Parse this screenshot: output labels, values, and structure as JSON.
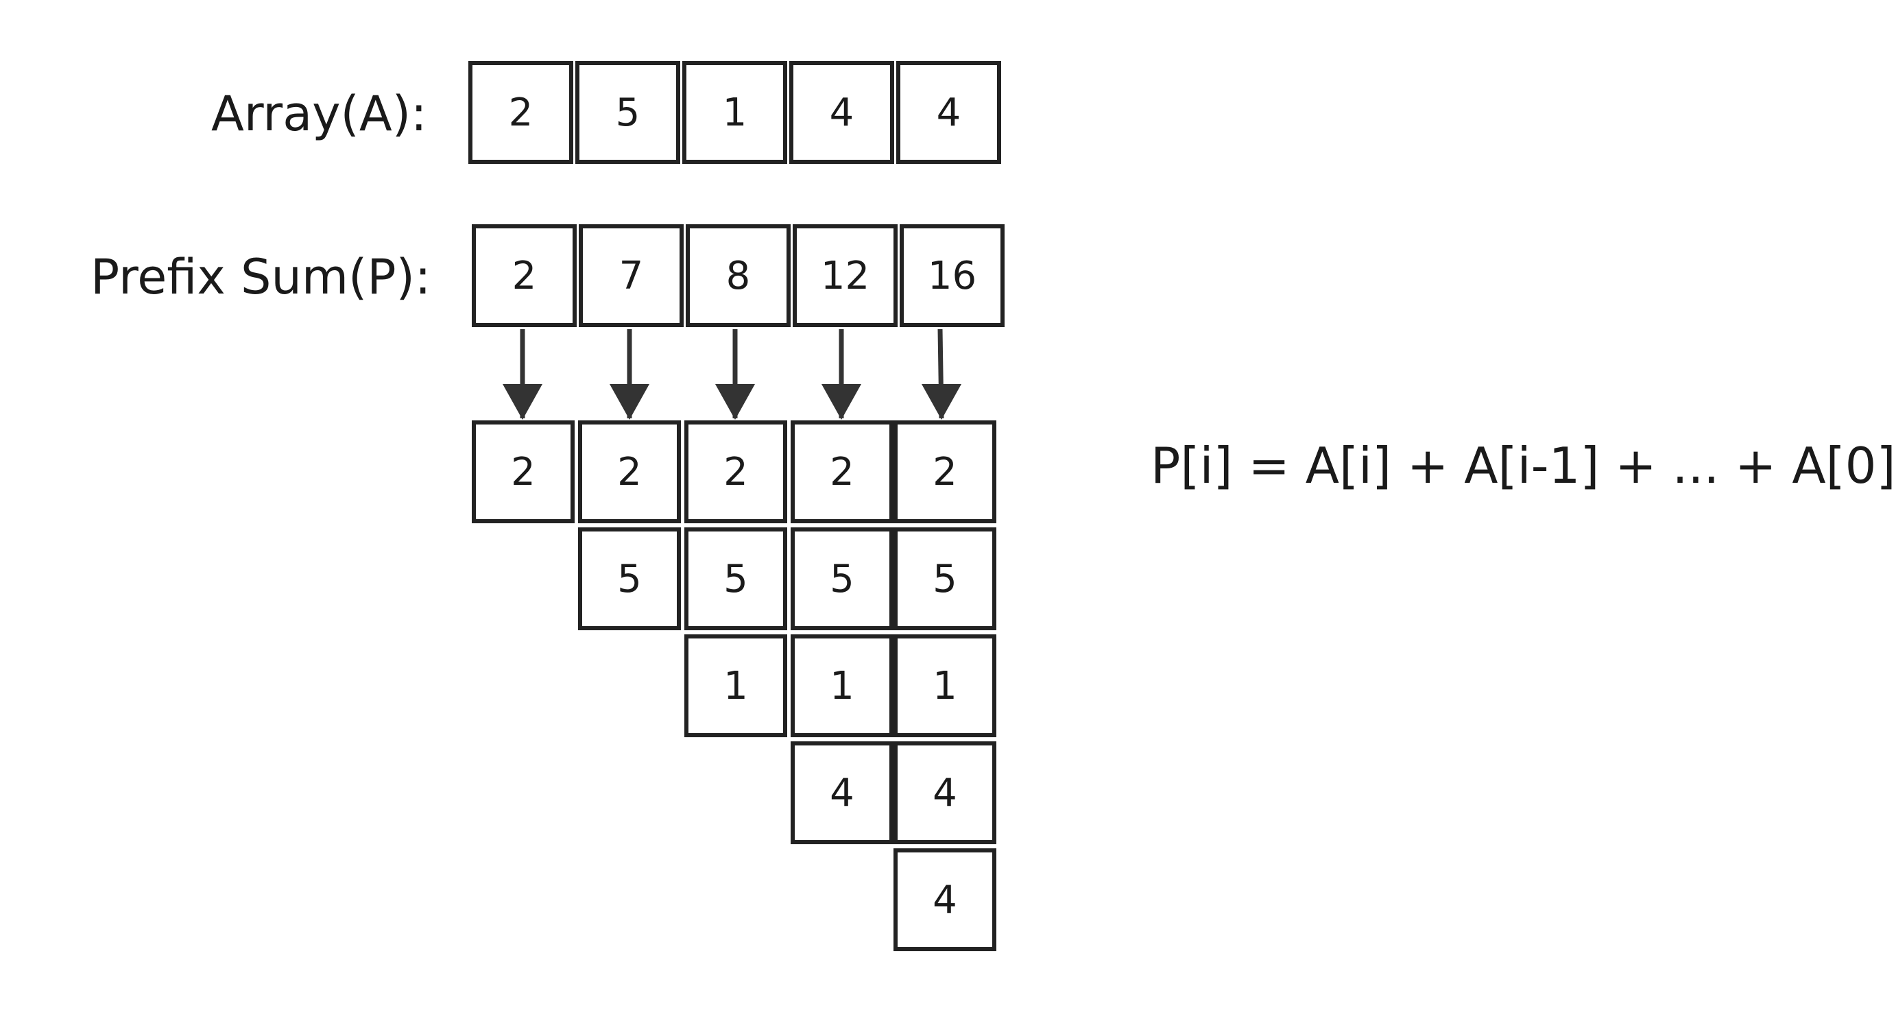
{
  "labels": {
    "array": "Array(A):",
    "prefix": "Prefix Sum(P):"
  },
  "array_values": [
    "2",
    "5",
    "1",
    "4",
    "4"
  ],
  "prefix_values": [
    "2",
    "7",
    "8",
    "12",
    "16"
  ],
  "triangle_rows": [
    [
      "2",
      "2",
      "2",
      "2",
      "2"
    ],
    [
      "5",
      "5",
      "5",
      "5"
    ],
    [
      "1",
      "1",
      "1"
    ],
    [
      "4",
      "4"
    ],
    [
      "4"
    ]
  ],
  "formula": "P[i] = A[i] + A[i-1] + ... + A[0]",
  "colors": {
    "stroke": "#222222",
    "arrow": "#333333"
  }
}
